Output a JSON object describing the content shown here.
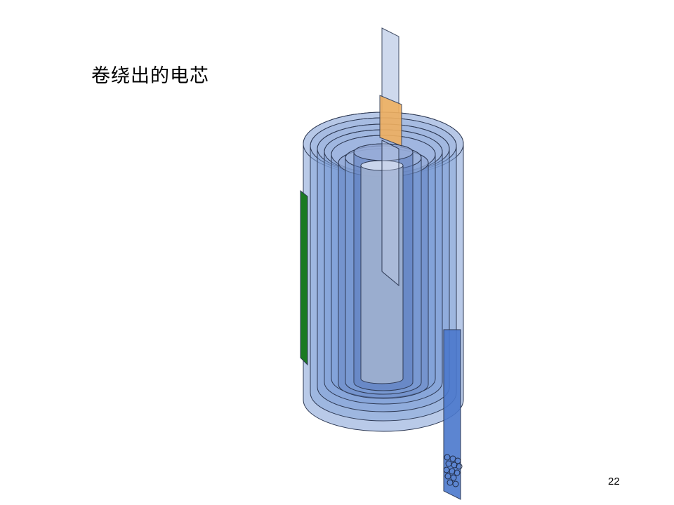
{
  "slide": {
    "title": "卷绕出的电芯",
    "page_number": "22"
  },
  "colors": {
    "background": "#ffffff",
    "layer_fill": "#7f9fd6",
    "layer_stroke": "#2e3a55",
    "core_fill": "#9dafd0",
    "tab_top": "#c9d5ec",
    "tab_orange": "#f0b060",
    "tab_green": "#1a7a22",
    "tab_bottom": "#4a78cc"
  },
  "diagram": {
    "subject": "wound-cell"
  }
}
